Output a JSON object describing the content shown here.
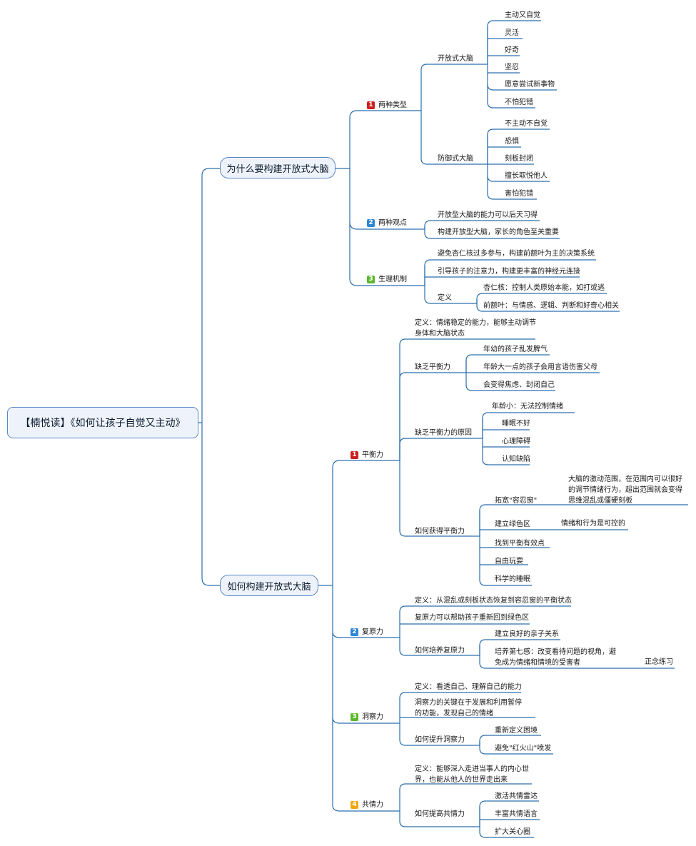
{
  "colors": {
    "line": "#2c6fad",
    "badge1": "#cc1f1f",
    "badge2": "#2b86d6",
    "badge3": "#5cb82b",
    "badge4": "#f1a80f"
  },
  "root": "【楠悦读】《如何让孩子自觉又主动》",
  "why": {
    "title": "为什么要构建开放式大脑",
    "types": {
      "badge": "1",
      "label": "两种类型",
      "open": {
        "label": "开放式大脑",
        "items": [
          "主动又自觉",
          "灵活",
          "好奇",
          "坚忍",
          "愿意尝试新事物",
          "不怕犯错"
        ]
      },
      "defensive": {
        "label": "防御式大脑",
        "items": [
          "不主动不自觉",
          "恐惧",
          "刻板封闭",
          "擅长取悦他人",
          "害怕犯错"
        ]
      }
    },
    "views": {
      "badge": "2",
      "label": "两种观点",
      "items": [
        "开放型大脑的能力可以后天习得",
        "构建开放型大脑，家长的角色至关重要"
      ]
    },
    "mech": {
      "badge": "3",
      "label": "生理机制",
      "items": [
        "避免杏仁核过多参与，构建前额叶为主的决策系统",
        "引导孩子的注意力，构建更丰富的神经元连接"
      ],
      "def": {
        "label": "定义",
        "items": [
          "杏仁核：控制人类原始本能，如打或逃",
          "前额叶：与情感、逻辑、判断和好奇心相关"
        ]
      }
    }
  },
  "how": {
    "title": "如何构建开放式大脑",
    "balance": {
      "badge": "1",
      "label": "平衡力",
      "def": "定义：情绪稳定的能力，能够主动调节身体和大脑状态",
      "lack": {
        "label": "缺乏平衡力",
        "items": [
          "年幼的孩子乱发脾气",
          "年龄大一点的孩子会用言语伤害父母",
          "会变得焦虑、封闭自己"
        ]
      },
      "causes": {
        "label": "缺乏平衡力的原因",
        "items": [
          "年龄小：无法控制情绪",
          "睡眠不好",
          "心理障碍",
          "认知缺陷"
        ]
      },
      "gain": {
        "label": "如何获得平衡力",
        "widen": {
          "label": "拓宽\"容忍窗\"",
          "note": "大脑的激动范围，在范围内可以很好的调节情绪行为，超出范围就会变得思维混乱或僵硬刻板"
        },
        "green": {
          "label": "建立绿色区",
          "note": "情绪和行为是可控的"
        },
        "items": [
          "找到平衡有效点",
          "自由玩耍",
          "科学的睡眠"
        ]
      }
    },
    "resilience": {
      "badge": "2",
      "label": "复原力",
      "def": "定义：从混乱或刻板状态恢复到容忍窗的平衡状态",
      "help": "复原力可以帮助孩子重新回到绿色区",
      "cultivate": {
        "label": "如何培养复原力",
        "rel": "建立良好的亲子关系",
        "seventh": "培养第七感：改变看待问题的视角，避免成为情绪和情境的受害者",
        "mind": "正念练习"
      }
    },
    "insight": {
      "badge": "3",
      "label": "洞察力",
      "def": "定义：看透自己、理解自己的能力",
      "key": "洞察力的关键在于发展和利用暂停的功能，发现自己的情绪",
      "improve": {
        "label": "如何提升洞察力",
        "items": [
          "重新定义困境",
          "避免\"红火山\"喷发"
        ]
      }
    },
    "empathy": {
      "badge": "4",
      "label": "共情力",
      "def": "定义：能够深入走进当事人的内心世界，也能从他人的世界走出来",
      "improve": {
        "label": "如何提高共情力",
        "items": [
          "激活共情雷达",
          "丰富共情语言",
          "扩大关心圈"
        ]
      }
    }
  }
}
